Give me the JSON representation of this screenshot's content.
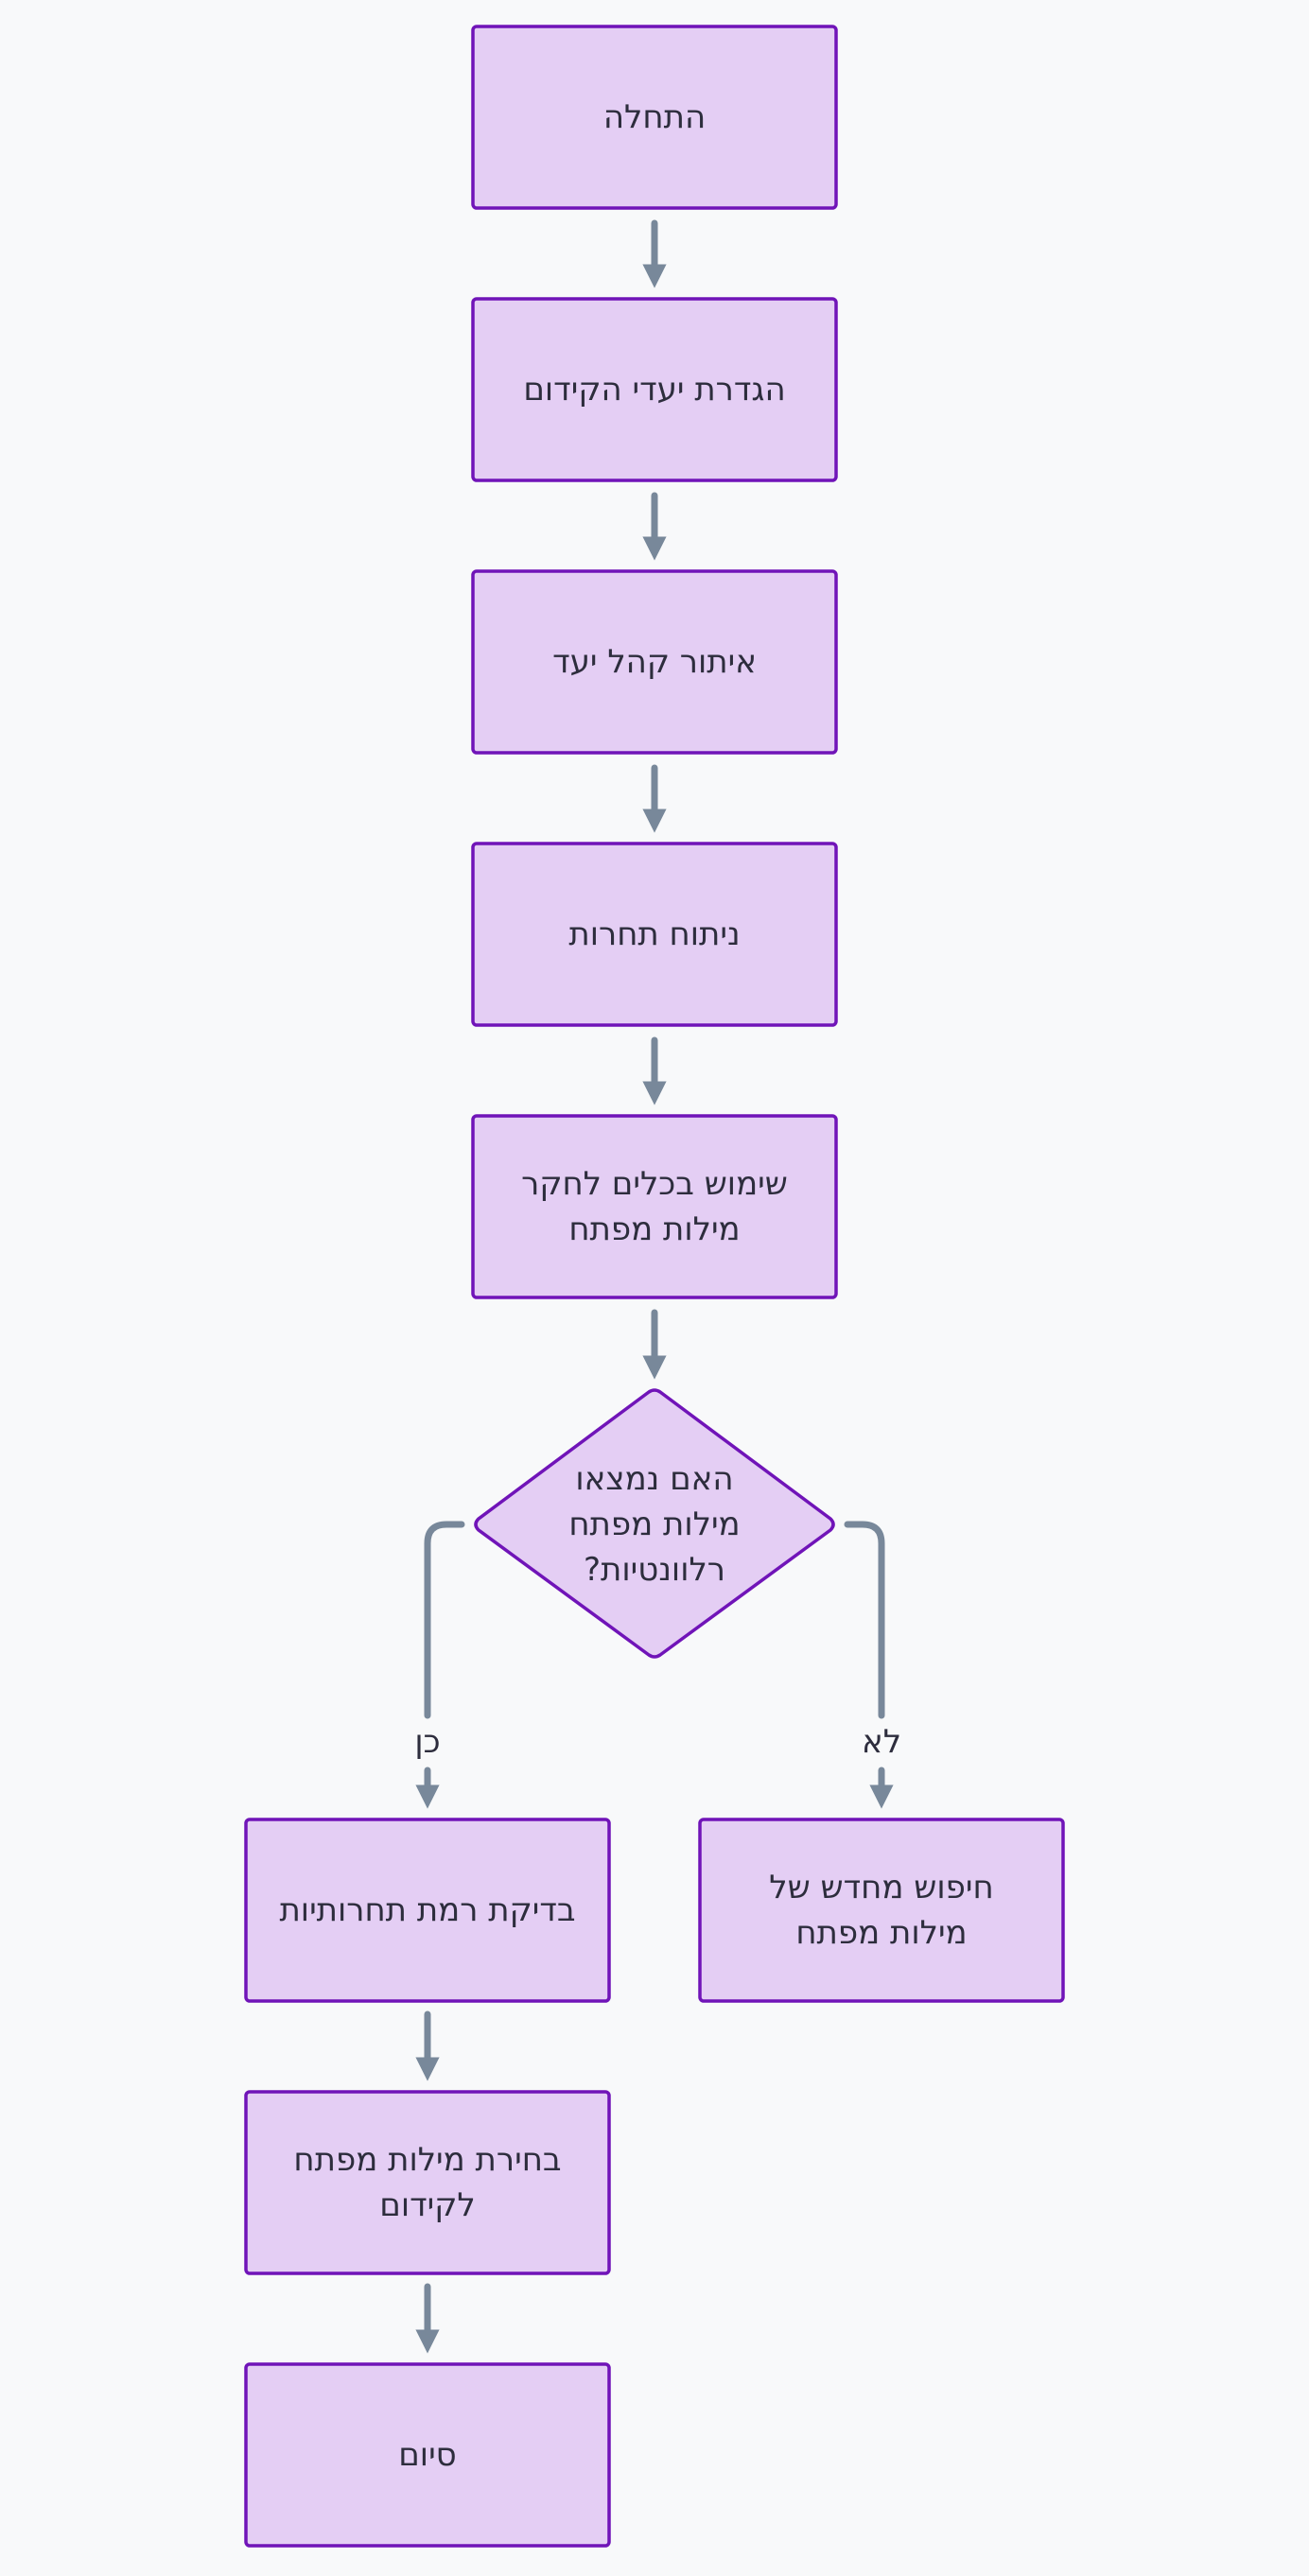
{
  "colors": {
    "background": "#f8f9fa",
    "node_fill": "#e4cef4",
    "node_border": "#7014b8",
    "edge": "#78889a",
    "text": "#2d2d3d"
  },
  "nodes": {
    "start": "התחלה",
    "define_goals": "הגדרת יעדי הקידום",
    "target_audience": "איתור קהל יעד",
    "competition_analysis": "ניתוח תחרות",
    "keyword_tools": "שימוש בכלים לחקר מילות מפתח",
    "decision": "האם נמצאו מילות מפתח רלוונטיות?",
    "check_competition": "בדיקת רמת תחרותיות",
    "research_again": "חיפוש מחדש של מילות מפתח",
    "choose_keywords": "בחירת מילות מפתח לקידום",
    "end": "סיום"
  },
  "edges": {
    "yes_label": "כן",
    "no_label": "לא"
  }
}
